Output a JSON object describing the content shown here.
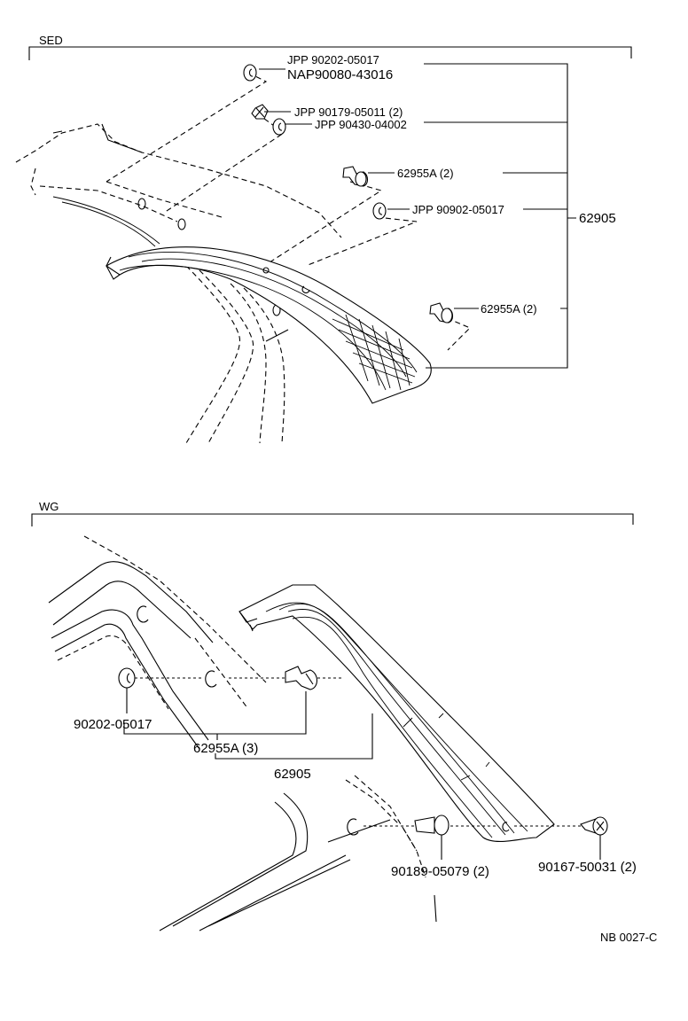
{
  "sections": {
    "sed": {
      "title": "SED",
      "labels": {
        "a": "JPP  90202-05017",
        "b": "NAP90080-43016",
        "c": "JPP  90179-05011 (2)",
        "d": "JPP  90430-04002",
        "e": "62955A (2)",
        "f": "JPP  90902-05017",
        "g": "62905",
        "h": "62955A (2)"
      }
    },
    "wg": {
      "title": "WG",
      "labels": {
        "a": "90202-05017",
        "b": "62955A (3)",
        "c": "62905",
        "d": "90189-05079 (2)",
        "e": "90167-50031 (2)"
      }
    }
  },
  "footer": {
    "code": "NB  0027-C"
  }
}
